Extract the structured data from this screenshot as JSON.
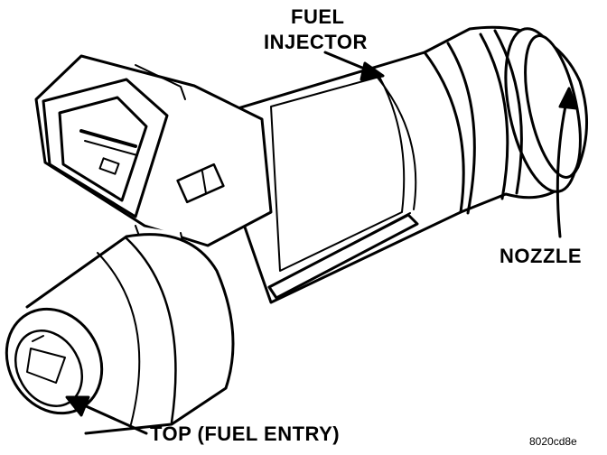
{
  "labels": {
    "fuel": "FUEL",
    "injector": "INJECTOR",
    "nozzle": "NOZZLE",
    "top_entry": "TOP (FUEL ENTRY)",
    "figure_code": "8020cd8e"
  },
  "colors": {
    "ink": "#000000",
    "paper": "#ffffff",
    "shade": "#d9d9d9"
  }
}
